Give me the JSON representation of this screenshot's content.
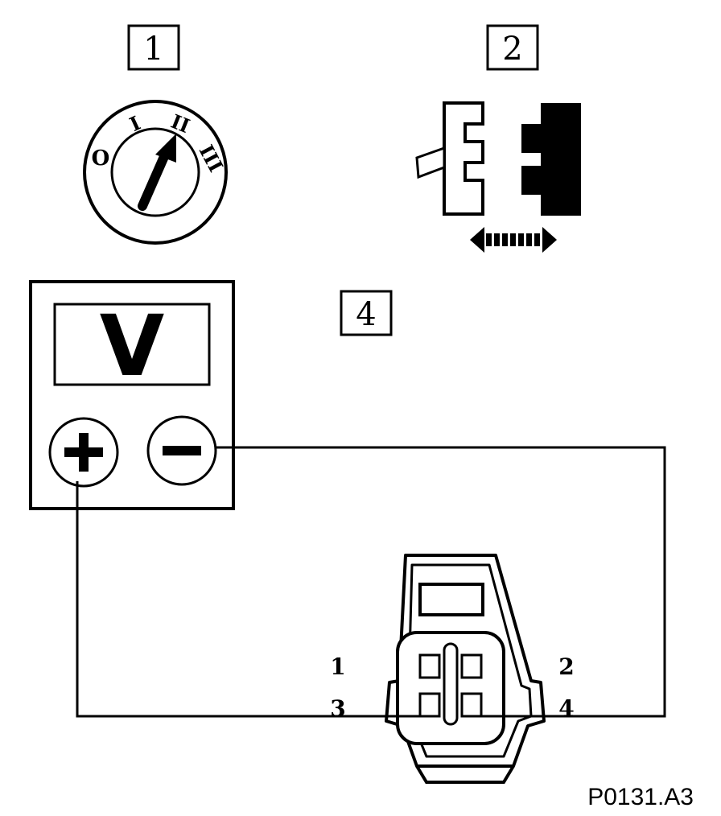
{
  "callouts": {
    "c1": "1",
    "c2": "2",
    "c4": "4"
  },
  "ignition": {
    "positions": [
      "O",
      "I",
      "II",
      "III"
    ]
  },
  "meter": {
    "unit": "V",
    "positive": "+",
    "negative": "−"
  },
  "connector": {
    "pins": {
      "p1": "1",
      "p2": "2",
      "p3": "3",
      "p4": "4"
    }
  },
  "reference": "P0131.A3",
  "icons": {
    "ignition": "ignition-switch-icon",
    "connector_action": "connector-disconnect-icon",
    "arrow": "double-arrow-icon",
    "voltmeter": "voltmeter-icon",
    "sensor_connector": "sensor-connector-icon"
  },
  "colors": {
    "ink": "#000000",
    "paper": "#ffffff"
  }
}
